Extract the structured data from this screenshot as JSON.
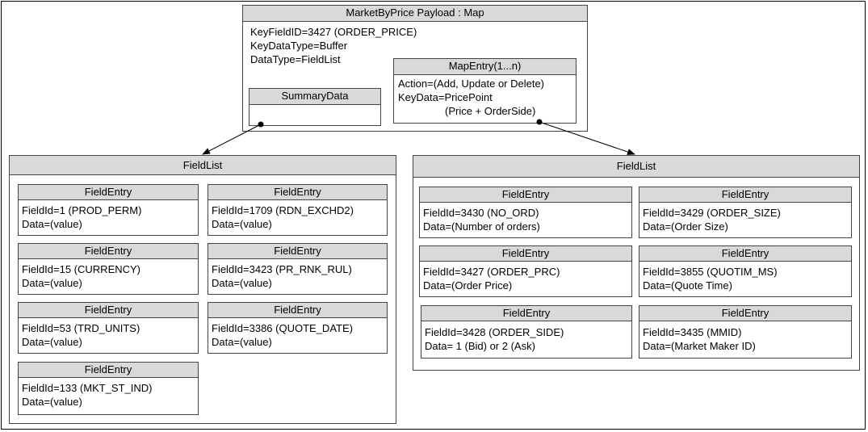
{
  "map": {
    "title": "MarketByPrice Payload : Map",
    "lines": [
      "KeyFieldID=3427 (ORDER_PRICE)",
      "KeyDataType=Buffer",
      "DataType=FieldList"
    ],
    "summary_title": "SummaryData",
    "entry_title": "MapEntry(1...n)",
    "entry_lines": [
      "Action=(Add, Update or Delete)",
      "KeyData=PricePoint",
      "(Price + OrderSide)"
    ]
  },
  "left": {
    "title": "FieldList",
    "entry_header": "FieldEntry",
    "entries": [
      {
        "field": "FieldId=1 (PROD_PERM)",
        "data": "Data=(value)"
      },
      {
        "field": "FieldId=1709 (RDN_EXCHD2)",
        "data": "Data=(value)"
      },
      {
        "field": "FieldId=15 (CURRENCY)",
        "data": "Data=(value)"
      },
      {
        "field": "FieldId=3423 (PR_RNK_RUL)",
        "data": "Data=(value)"
      },
      {
        "field": "FieldId=53 (TRD_UNITS)",
        "data": "Data=(value)"
      },
      {
        "field": "FieldId=3386 (QUOTE_DATE)",
        "data": "Data=(value)"
      },
      {
        "field": "FieldId=133 (MKT_ST_IND)",
        "data": "Data=(value)"
      }
    ]
  },
  "right": {
    "title": "FieldList",
    "entry_header": "FieldEntry",
    "entries": [
      {
        "field": "FieldId=3430 (NO_ORD)",
        "data": "Data=(Number of orders)"
      },
      {
        "field": "FieldId=3429 (ORDER_SIZE)",
        "data": "Data=(Order Size)"
      },
      {
        "field": "FieldId=3427 (ORDER_PRC)",
        "data": "Data=(Order Price)"
      },
      {
        "field": "FieldId=3855 (QUOTIM_MS)",
        "data": "Data=(Quote Time)"
      },
      {
        "field": "FieldId=3428 (ORDER_SIDE)",
        "data": "Data= 1 (Bid) or 2 (Ask)"
      },
      {
        "field": "FieldId=3435 (MMID)",
        "data": "Data=(Market Maker ID)"
      }
    ]
  }
}
